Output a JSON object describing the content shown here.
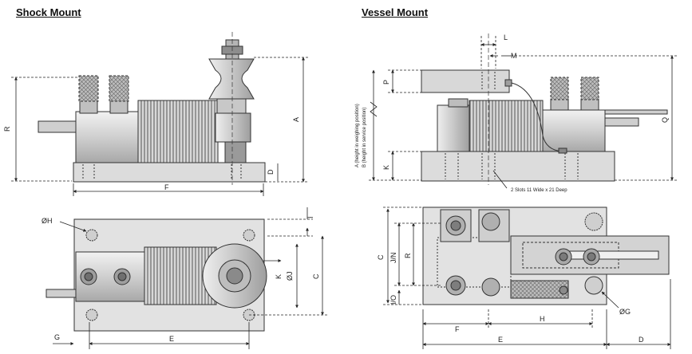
{
  "titles": {
    "shock": "Shock Mount",
    "vessel": "Vessel Mount"
  },
  "shock_side_dims": {
    "R": "R",
    "A": "A",
    "D": "D",
    "F": "F"
  },
  "shock_top_dims": {
    "H": "ØH",
    "I": "I",
    "K": "K",
    "J": "ØJ",
    "C": "C",
    "G": "G",
    "E": "E"
  },
  "vessel_side_dims": {
    "L": "L",
    "M": "M",
    "P": "P",
    "A_text": "A (height in weighing position)",
    "B_text": "B (height in service position)",
    "K": "K",
    "Q": "Q",
    "slots": "2 Slots 11 Wide x 21 Deep"
  },
  "vessel_top_dims": {
    "C": "C",
    "JN": "J/N",
    "R": "R",
    "IO": "I/O",
    "F": "F",
    "H": "H",
    "G": "ØG",
    "E": "E",
    "D": "D"
  }
}
